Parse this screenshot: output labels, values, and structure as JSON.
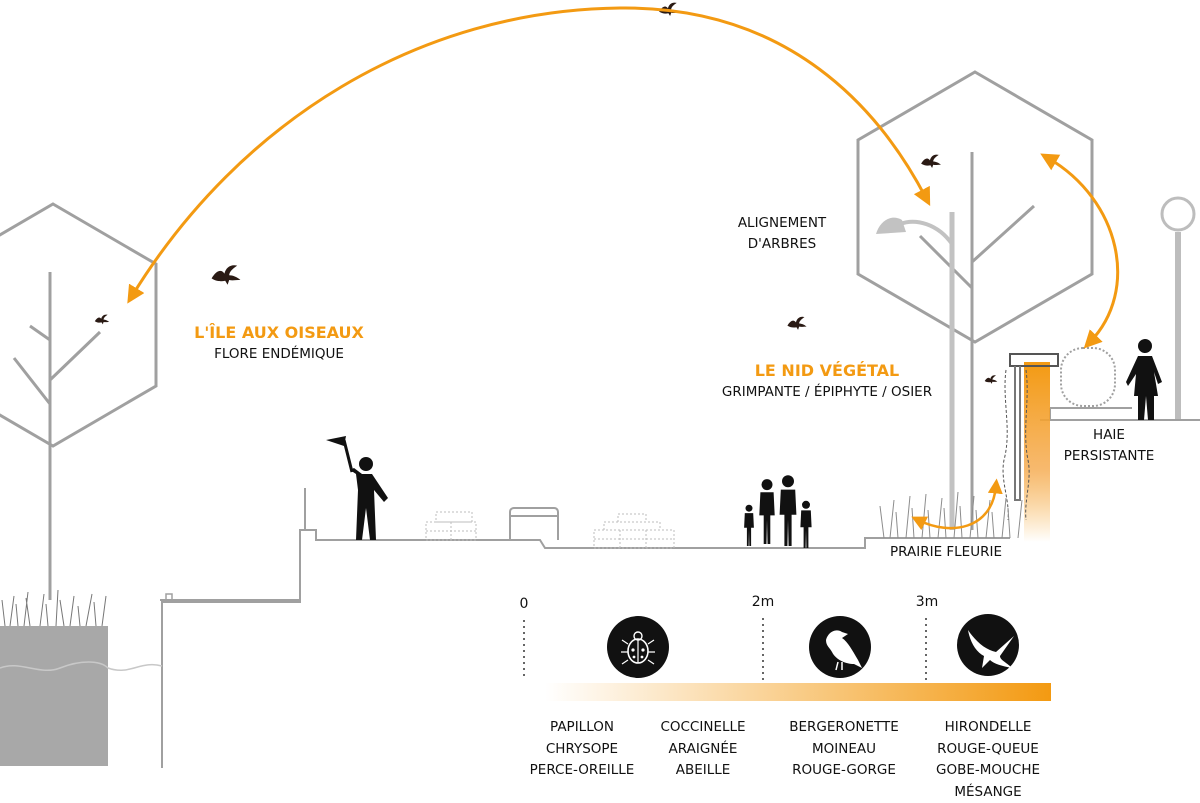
{
  "labels": {
    "ile_title": "L'ÎLE AUX OISEAUX",
    "ile_sub": "FLORE ENDÉMIQUE",
    "alignement_1": "ALIGNEMENT",
    "alignement_2": "D'ARBRES",
    "nid_title": "LE NID VÉGÉTAL",
    "nid_sub": "GRIMPANTE / ÉPIPHYTE / OSIER",
    "haie_1": "HAIE",
    "haie_2": "PERSISTANTE",
    "prairie": "PRAIRIE FLEURIE"
  },
  "scale": {
    "ticks": [
      "0",
      "2m",
      "3m"
    ]
  },
  "species_groups": [
    [
      "PAPILLON",
      "CHRYSOPE",
      "PERCE-OREILLE"
    ],
    [
      "COCCINELLE",
      "ARAIGNÉE",
      "ABEILLE"
    ],
    [
      "BERGERONETTE",
      "MOINEAU",
      "ROUGE-GORGE"
    ],
    [
      "HIRONDELLE",
      "ROUGE-QUEUE",
      "GOBE-MOUCHE",
      "MÉSANGE"
    ]
  ],
  "icons": {
    "group1": "ladybug-icon",
    "group2": "sparrow-icon",
    "group3": "swallow-icon"
  },
  "colors": {
    "accent": "#F39A12",
    "line_grey": "#A0A0A0",
    "ink": "#111111"
  }
}
